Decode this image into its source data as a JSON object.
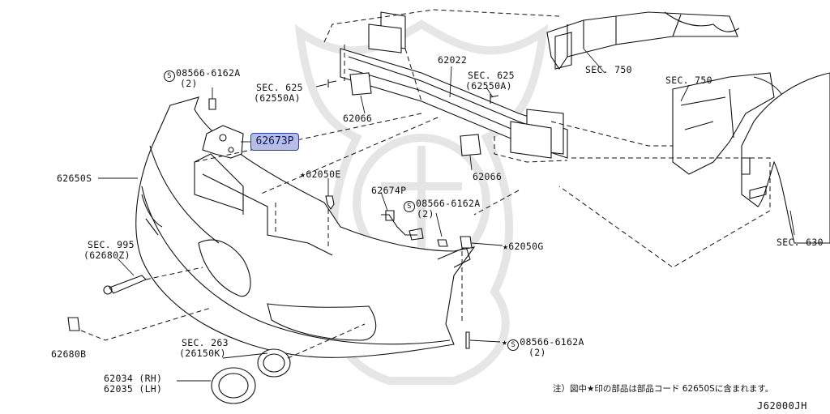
{
  "diagram": {
    "callout_highlight": "62673P",
    "labels": {
      "bolt_top_left": {
        "symbol": "S",
        "part": "08566-6162A",
        "qty": "(2)"
      },
      "sec625_left": {
        "line1": "SEC. 625",
        "line2": "(62550A)"
      },
      "p62022": "62022",
      "sec625_right": {
        "line1": "SEC. 625",
        "line2": "(62550A)"
      },
      "sec750_top": "SEC. 750",
      "sec750_mid": "SEC. 750",
      "p62066_left": "62066",
      "p62066_right": "62066",
      "p62650S": "62650S",
      "p62050E": "★62050E",
      "p62674P": "62674P",
      "bolt_mid": {
        "symbol": "S",
        "part": "08566-6162A",
        "qty": "(2)"
      },
      "p62050G": "★62050G",
      "sec630": "SEC. 630",
      "sec995": {
        "line1": "SEC. 995",
        "line2": "(62680Z)"
      },
      "p62680B": "62680B",
      "sec263": {
        "line1": "SEC. 263",
        "line2": "(26150K)"
      },
      "bolt_bottom": {
        "star": "★",
        "symbol": "S",
        "part": "08566-6162A",
        "qty": "(2)"
      },
      "p62034": {
        "part": "62034",
        "side": "(RH)"
      },
      "p62035": {
        "part": "62035",
        "side": "(LH)"
      }
    },
    "note": "注）図中★印の部品は部品コード 62650Sに含まれます。",
    "figure_code": "J62000JH"
  }
}
